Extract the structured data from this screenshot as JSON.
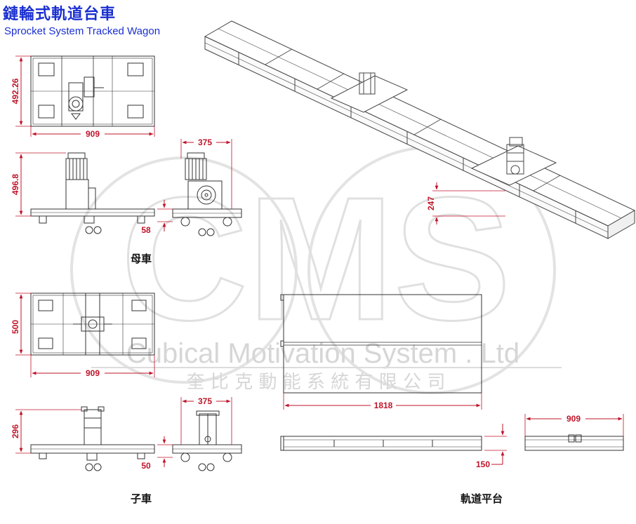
{
  "title_zh": "鏈輪式軌道台車",
  "title_en": "Sprocket System Tracked Wagon",
  "labels": {
    "mother_car": "母車",
    "child_car": "子車",
    "track_platform": "軌道平台"
  },
  "dimensions": {
    "mother_top_height": "492.26",
    "mother_top_width": "909",
    "mother_front_height": "496.8",
    "mother_side_width": "375",
    "mother_side_clearance": "58",
    "child_top_height": "500",
    "child_top_width": "909",
    "child_front_height": "296",
    "child_side_width": "375",
    "child_side_clearance": "50",
    "track_length": "1818",
    "track_height": "150",
    "track_end_width": "909",
    "iso_height": "247"
  },
  "watermark": {
    "logo": "CMS",
    "company_en": "Cubical Motivation System . Ltd",
    "company_zh": "奎 比 克 動 能 系 統 有 限 公 司"
  },
  "colors": {
    "title": "#1a2fd0",
    "dimension": "#c0142a",
    "line": "#333333",
    "watermark": "#d6d6d6"
  }
}
